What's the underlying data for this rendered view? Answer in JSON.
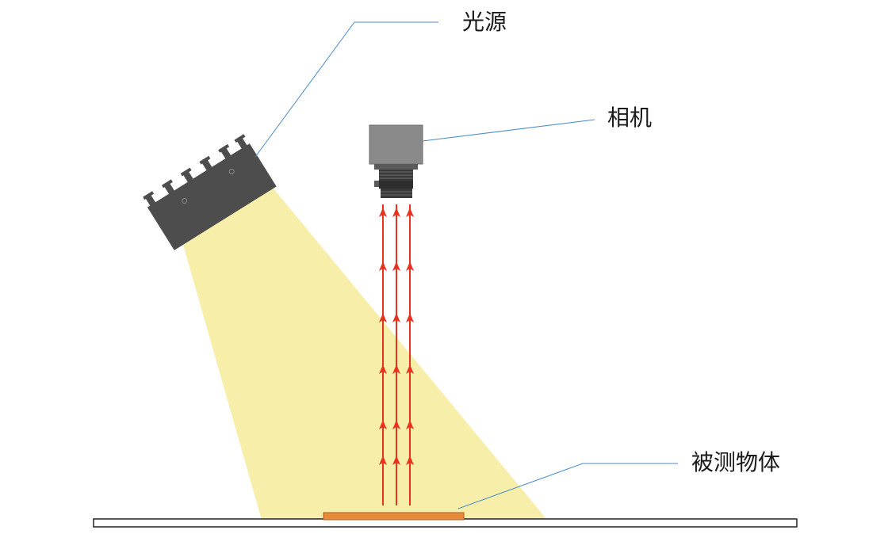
{
  "labels": {
    "light_source": "光源",
    "camera": "相机",
    "object": "被测物体"
  },
  "colors": {
    "beam": "#f6ec9a",
    "housing": "#4d4d4d",
    "camera_body": "#8a8a8a",
    "lens": "#3a3a3a",
    "rays": "#e8321e",
    "object": "#e88a3c",
    "leader": "#4a8cc8",
    "stage_outline": "#222222"
  },
  "icons": {
    "light_source": "bar-light-icon",
    "camera": "industrial-camera-icon"
  }
}
